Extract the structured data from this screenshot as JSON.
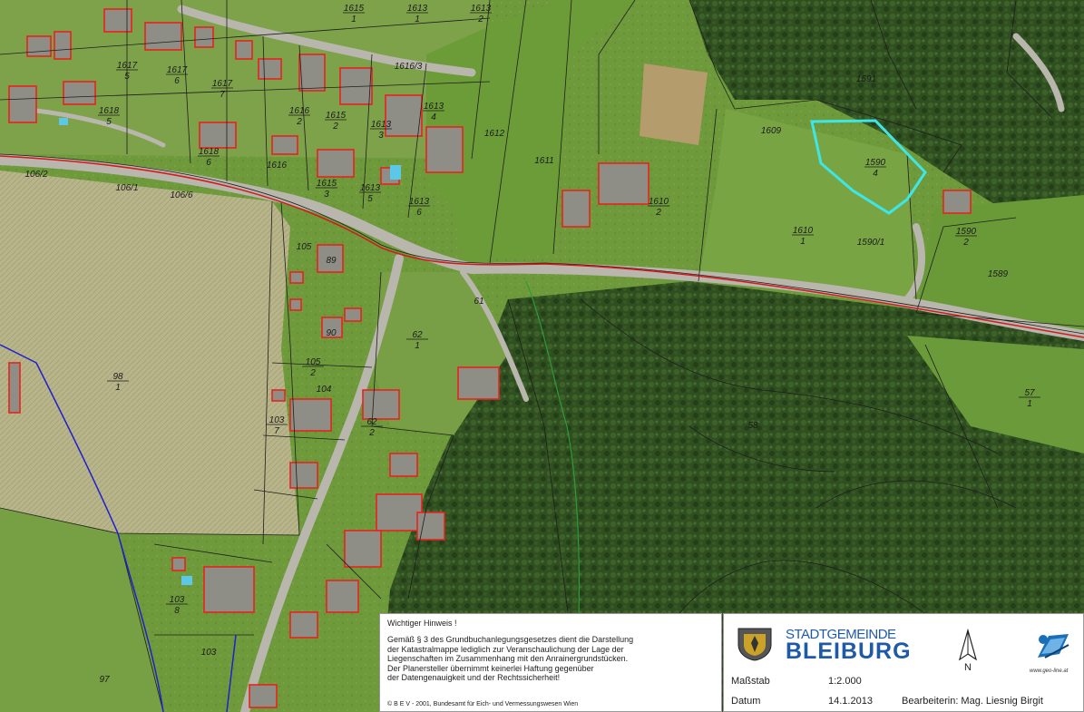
{
  "map": {
    "colors": {
      "meadow": "#6f9a3c",
      "meadow_light": "#8aad52",
      "field": "#b7b58c",
      "forest": "#2f4f21",
      "forest_dark": "#223d18",
      "road": "#b9b6ad",
      "building_outline": "#e8231e",
      "parcel_line": "#1e1e1e",
      "boundary_red": "#d41a1a",
      "boundary_blue": "#2020d0",
      "highlight_parcel": "#3ee6e8"
    },
    "parcel_labels": [
      {
        "num": "1613",
        "den": "1"
      },
      {
        "num": "1613",
        "den": "2"
      },
      {
        "num": "1615",
        "den": "1"
      },
      {
        "num": "1617",
        "den": "5"
      },
      {
        "num": "1617",
        "den": "6"
      },
      {
        "num": "1617",
        "den": "7"
      },
      {
        "num": "1618",
        "den": "5"
      },
      {
        "num": "1616",
        "den": "2"
      },
      {
        "num": "1615",
        "den": "2"
      },
      {
        "num": "1613",
        "den": "3"
      },
      {
        "num": "1613",
        "den": "4"
      },
      {
        "num": "1612",
        "den": ""
      },
      {
        "num": "1611",
        "den": ""
      },
      {
        "num": "1618",
        "den": "6"
      },
      {
        "num": "1616",
        "den": ""
      },
      {
        "num": "1615",
        "den": "3"
      },
      {
        "num": "1613",
        "den": "5"
      },
      {
        "num": "1613",
        "den": "6"
      },
      {
        "num": "1610",
        "den": "2"
      },
      {
        "num": "1609",
        "den": ""
      },
      {
        "num": "1590",
        "den": "4"
      },
      {
        "num": "1610",
        "den": "1"
      },
      {
        "num": "1590/1",
        "den": ""
      },
      {
        "num": "1590",
        "den": "2"
      },
      {
        "num": "1589",
        "den": ""
      },
      {
        "num": "1591",
        "den": ""
      },
      {
        "num": "106/2",
        "den": ""
      },
      {
        "num": "106/1",
        "den": ""
      },
      {
        "num": "106/6",
        "den": ""
      },
      {
        "num": "1616/3",
        "den": ""
      },
      {
        "num": "105",
        "den": ""
      },
      {
        "num": "89",
        "den": ""
      },
      {
        "num": "61",
        "den": ""
      },
      {
        "num": "62",
        "den": "1"
      },
      {
        "num": "90",
        "den": ""
      },
      {
        "num": "105",
        "den": "2"
      },
      {
        "num": "98",
        "den": "1"
      },
      {
        "num": "104",
        "den": ""
      },
      {
        "num": "103",
        "den": "7"
      },
      {
        "num": "62",
        "den": "2"
      },
      {
        "num": "57",
        "den": "1"
      },
      {
        "num": "58",
        "den": ""
      },
      {
        "num": "103",
        "den": "8"
      },
      {
        "num": "103",
        "den": ""
      },
      {
        "num": "97",
        "den": ""
      }
    ]
  },
  "notice": {
    "title": "Wichtiger Hinweis !",
    "lines": [
      "Gemäß § 3 des Grundbuchanlegungsgesetzes dient die Darstellung",
      "der Katastralmappe lediglich zur Veranschaulichung der Lage der",
      "Liegenschaften im Zusammenhang mit den Anrainergrundstücken.",
      "Der Planersteller übernimmt keinerlei Haftung gegenüber",
      "der Datengenauigkeit und der Rechtssicherheit!"
    ],
    "copyright": "© B E V - 2001, Bundesamt für Eich- und Vermessungswesen Wien"
  },
  "titleblock": {
    "municipality_top": "STADTGEMEINDE",
    "municipality_main": "BLEIBURG",
    "north_label": "N",
    "geo_url": "www.geo-line.at",
    "scale_label": "Maßstab",
    "scale_value": "1:2.000",
    "date_label": "Datum",
    "date_value": "14.1.2013",
    "author": "Bearbeiterin:  Mag. Liesnig Birgit",
    "icons": [
      "coat-of-arms-icon",
      "north-arrow-icon",
      "geo-line-logo-icon"
    ]
  }
}
